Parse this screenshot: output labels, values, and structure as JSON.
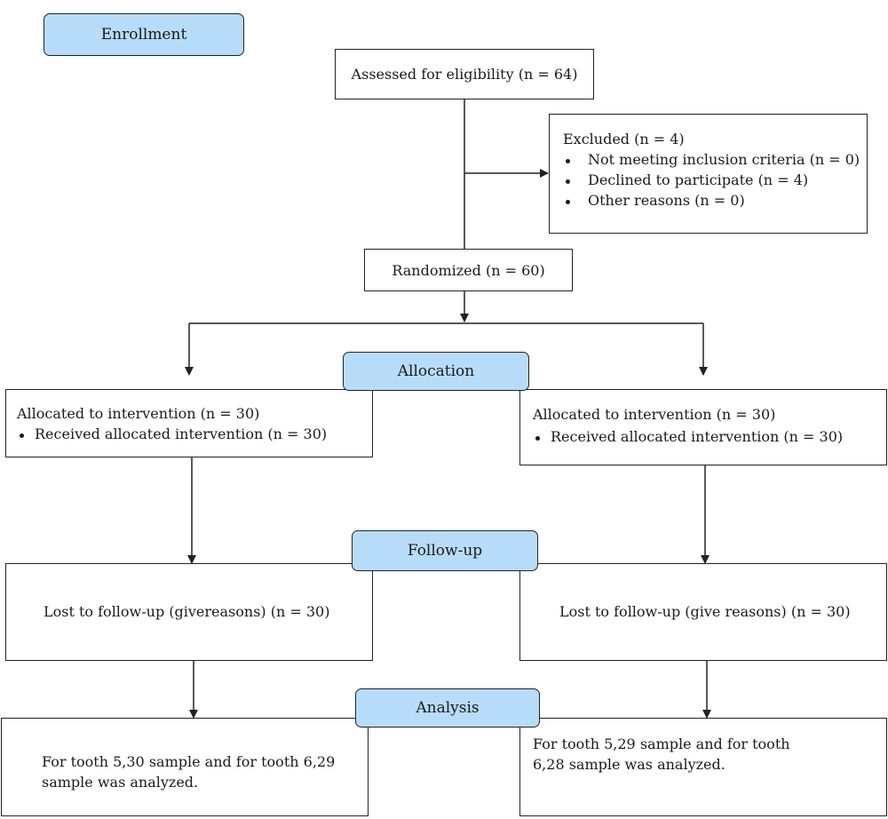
{
  "stages": {
    "enrollment": "Enrollment",
    "allocation": "Allocation",
    "follow_up": "Follow-up",
    "analysis": "Analysis"
  },
  "assessed": "Assessed for eligibility (n = 64)",
  "excluded": {
    "title": "Excluded (n = 4)",
    "items": [
      "Not meeting inclusion criteria (n = 0)",
      "Declined to participate (n = 4)",
      "Other reasons (n = 0)"
    ]
  },
  "randomized": "Randomized (n = 60)",
  "left_arm": {
    "allocated": "Allocated to intervention (n = 30)",
    "received": "Received allocated intervention (n = 30)",
    "lost": "Lost to follow-up (givereasons) (n = 30)",
    "analysis": "For tooth 5,30 sample and for tooth 6,29 sample was analyzed."
  },
  "right_arm": {
    "allocated": "Allocated to intervention (n = 30)",
    "received": "Received allocated intervention (n =  30)",
    "lost": "Lost to follow-up (give reasons) (n = 30)",
    "analysis": "For tooth 5,29 sample and for tooth 6,28 sample was analyzed."
  },
  "colors": {
    "stage_fill": "#b7dcfa",
    "line": "#222222"
  }
}
